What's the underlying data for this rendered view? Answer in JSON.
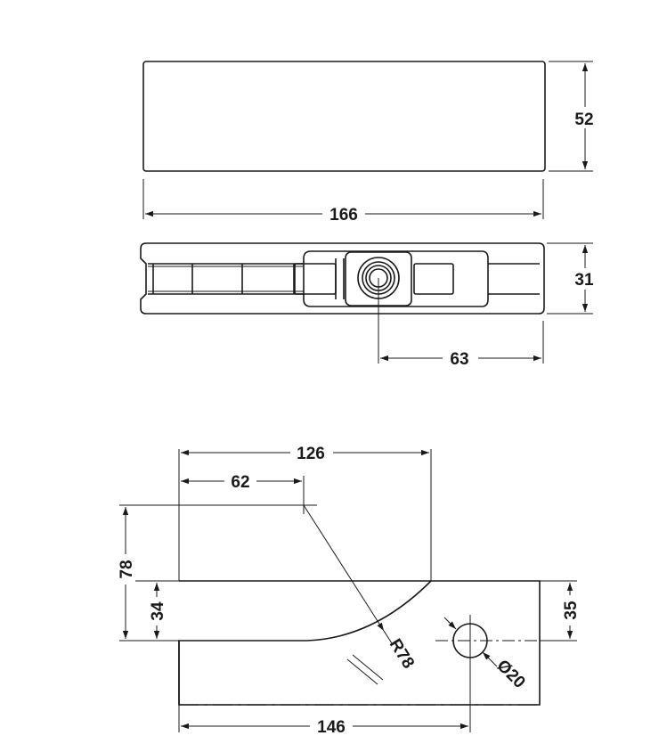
{
  "dimensions": {
    "top_width": "166",
    "top_height": "52",
    "side_height": "31",
    "side_offset": "63",
    "cut_width": "126",
    "cut_center_x": "62",
    "cut_height": "78",
    "glass_height": "34",
    "hole_offset": "35",
    "radius": "R78",
    "hole_diameter": "Ø20",
    "bottom_width": "146"
  }
}
